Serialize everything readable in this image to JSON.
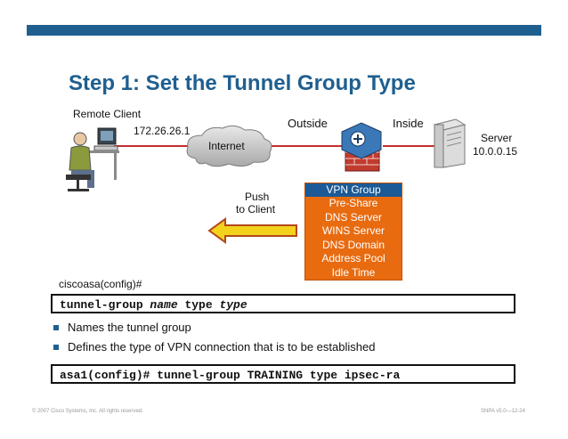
{
  "slide": {
    "title": "Step 1: Set the Tunnel Group Type",
    "footer_left": "© 2007 Cisco Systems, Inc. All rights reserved.",
    "footer_right": "SNPA v5.0—12-24"
  },
  "diagram": {
    "remote_client_label": "Remote Client",
    "client_ip": "172.26.26.1",
    "internet_label": "Internet",
    "outside_label": "Outside",
    "inside_label": "Inside",
    "server_label": "Server",
    "server_ip": "10.0.0.15",
    "push_label_1": "Push",
    "push_label_2": "to Client",
    "vpn_group_header": "VPN Group",
    "vpn_group_items": [
      "Pre-Share",
      "DNS Server",
      "WINS Server",
      "DNS Domain",
      "Address Pool",
      "Idle Time"
    ]
  },
  "commands": {
    "prompt": "ciscoasa(config)#",
    "syntax_prefix": "tunnel-group ",
    "syntax_name": "name",
    "syntax_middle": " type ",
    "syntax_type": "type",
    "example": "asa1(config)# tunnel-group TRAINING type ipsec-ra"
  },
  "bullets": [
    "Names the tunnel group",
    "Defines the type of VPN connection that is to be established"
  ],
  "colors": {
    "brand_blue": "#1f5f8f",
    "vpn_box": "#e86b10",
    "vpn_header": "#1b5a96",
    "line_red": "#c22f2f",
    "arrow_yellow": "#f2d21b"
  }
}
